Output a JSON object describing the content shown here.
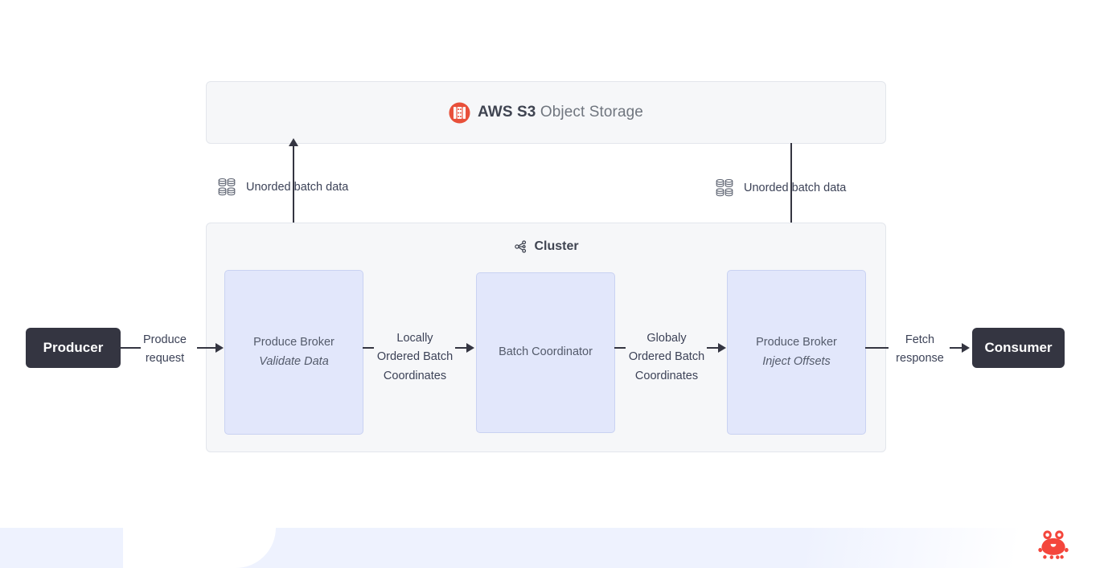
{
  "storage": {
    "icon": "aws-s3-icon",
    "brand": "AWS S3",
    "name": "Object Storage"
  },
  "cluster": {
    "icon": "cluster-nodes-icon",
    "title": "Cluster",
    "nodes": [
      {
        "title": "Produce Broker",
        "subtitle": "Validate Data"
      },
      {
        "title": "Batch Coordinator",
        "subtitle": ""
      },
      {
        "title": "Produce Broker",
        "subtitle": "Inject Offsets"
      }
    ]
  },
  "endpoints": {
    "producer": "Producer",
    "consumer": "Consumer"
  },
  "edges": {
    "produce_request": "Produce\nrequest",
    "locally_ordered": "Locally\nOrdered Batch\nCoordinates",
    "globaly_ordered": "Globaly\nOrdered Batch\nCoordinates",
    "fetch_response": "Fetch\nresponse",
    "unordered_left": "Unorded batch data",
    "unordered_right": "Unorded batch data"
  },
  "branding": {
    "logo": "crab-logo"
  },
  "colors": {
    "accent_red": "#e8503a",
    "node_fill": "#e2e7fb",
    "node_border": "#c9d2f2",
    "container_fill": "#f6f7f9",
    "endpoint_fill": "#343541",
    "connector": "#343541",
    "band": "#eef2fe"
  }
}
